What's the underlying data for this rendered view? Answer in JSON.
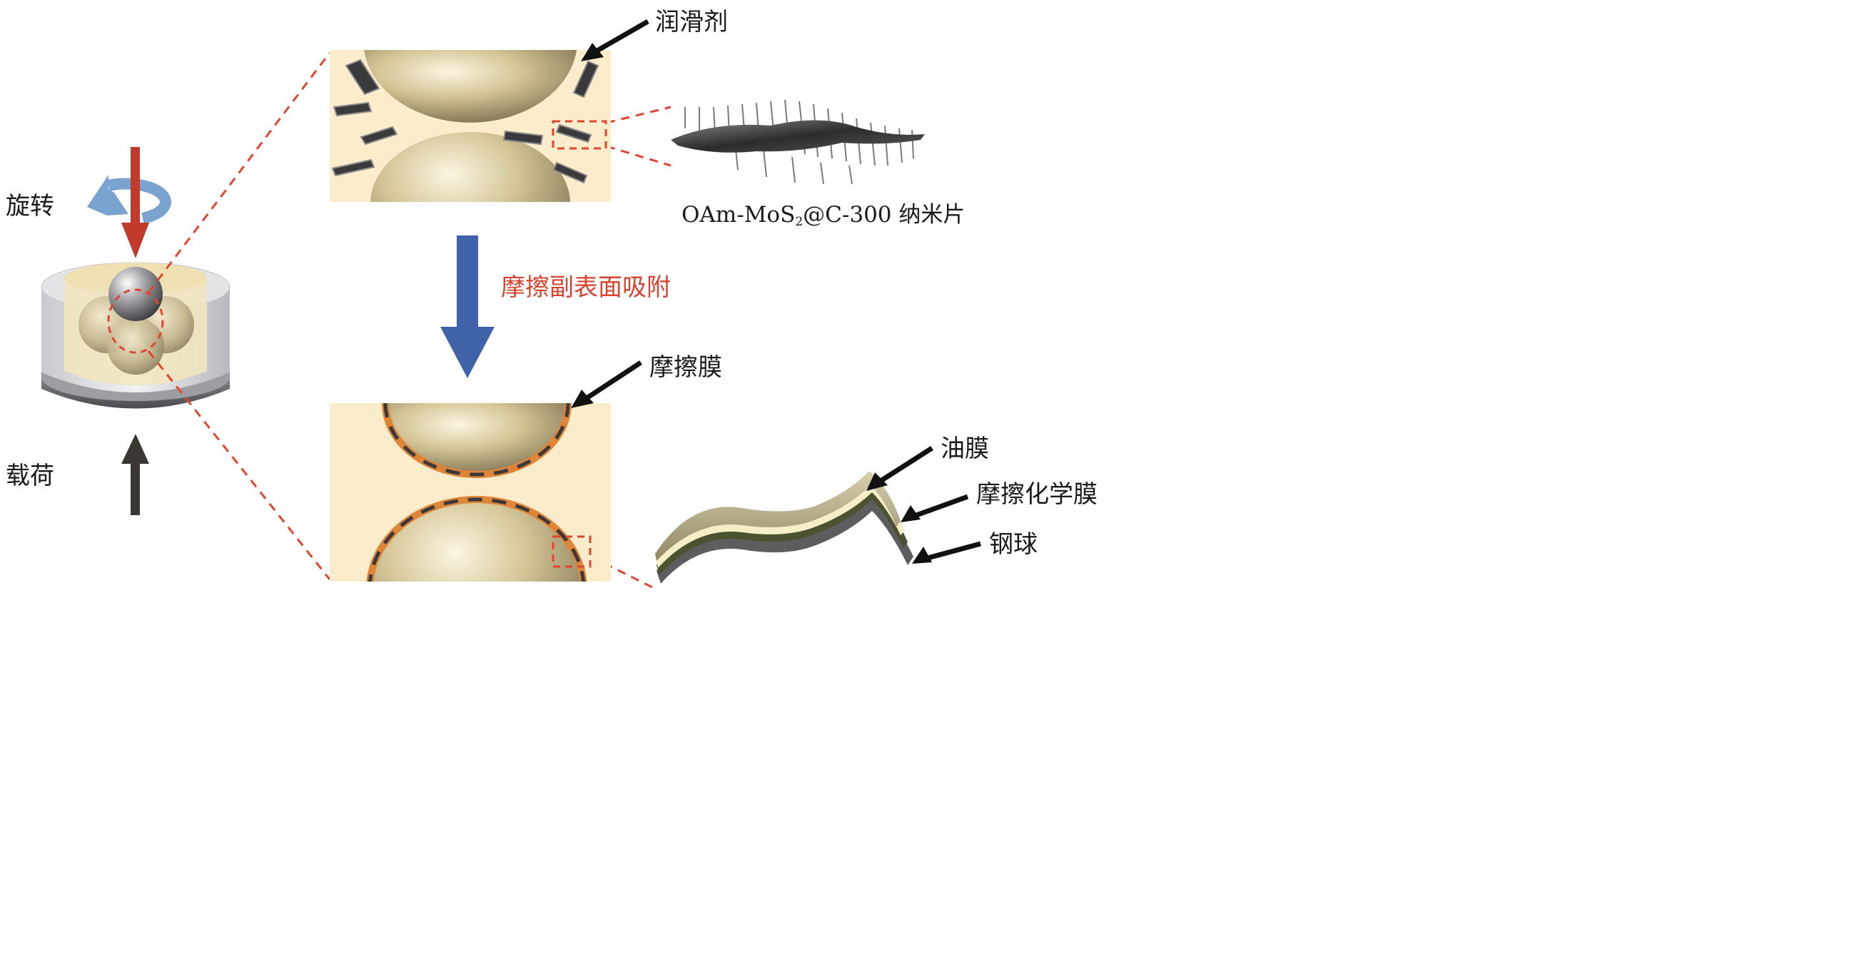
{
  "labels": {
    "rotation": "旋转",
    "load": "载荷",
    "lubricant": "润滑剂",
    "nanosheet_prefix": "OAm-MoS",
    "nanosheet_subscript": "2",
    "nanosheet_suffix": "@C-300 纳米片",
    "adsorption": "摩擦副表面吸附",
    "tribofilm": "摩擦膜",
    "oil_film": "油膜",
    "tribochemical_film": "摩擦化学膜",
    "steel_ball": "钢球"
  },
  "colors": {
    "dashed_callout": "#e2452f",
    "process_arrow": "#3f62a8",
    "load_arrow_top": "#c23a2c",
    "load_arrow_bottom": "#3b3734",
    "rotation_arrow": "#7aa4cf",
    "panel_background": "#fbedcb",
    "ball_gold": "#c8b784",
    "tribofilm_orange": "#e08438",
    "label_red": "#d8432f"
  }
}
